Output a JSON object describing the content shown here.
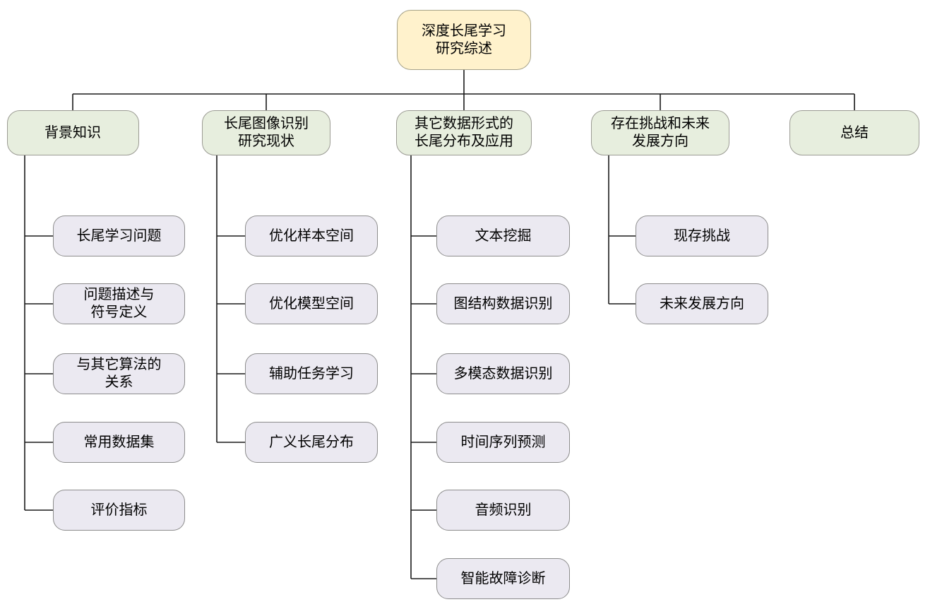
{
  "diagram": {
    "title": "深度长尾学习研究综述",
    "root": {
      "id": "root",
      "lines": [
        "深度长尾学习",
        "研究综述"
      ]
    },
    "branches": [
      {
        "id": "background-knowledge",
        "lines": [
          "背景知识"
        ],
        "children": [
          {
            "id": "long-tail-learning-problem",
            "lines": [
              "长尾学习问题"
            ]
          },
          {
            "id": "problem-description-notation",
            "lines": [
              "问题描述与",
              "符号定义"
            ]
          },
          {
            "id": "relation-to-other-algorithms",
            "lines": [
              "与其它算法的",
              "关系"
            ]
          },
          {
            "id": "common-datasets",
            "lines": [
              "常用数据集"
            ]
          },
          {
            "id": "evaluation-metrics",
            "lines": [
              "评价指标"
            ]
          }
        ]
      },
      {
        "id": "long-tail-image-recognition",
        "lines": [
          "长尾图像识别",
          "研究现状"
        ],
        "children": [
          {
            "id": "optimize-sample-space",
            "lines": [
              "优化样本空间"
            ]
          },
          {
            "id": "optimize-model-space",
            "lines": [
              "优化模型空间"
            ]
          },
          {
            "id": "auxiliary-task-learning",
            "lines": [
              "辅助任务学习"
            ]
          },
          {
            "id": "generalized-long-tail-distribution",
            "lines": [
              "广义长尾分布"
            ]
          }
        ]
      },
      {
        "id": "other-data-forms",
        "lines": [
          "其它数据形式的",
          "长尾分布及应用"
        ],
        "children": [
          {
            "id": "text-mining",
            "lines": [
              "文本挖掘"
            ]
          },
          {
            "id": "graph-structured-data-recognition",
            "lines": [
              "图结构数据识别"
            ]
          },
          {
            "id": "multimodal-data-recognition",
            "lines": [
              "多模态数据识别"
            ]
          },
          {
            "id": "time-series-forecasting",
            "lines": [
              "时间序列预测"
            ]
          },
          {
            "id": "audio-recognition",
            "lines": [
              "音频识别"
            ]
          },
          {
            "id": "intelligent-fault-diagnosis",
            "lines": [
              "智能故障诊断"
            ]
          }
        ]
      },
      {
        "id": "challenges-and-future",
        "lines": [
          "存在挑战和未来",
          "发展方向"
        ],
        "children": [
          {
            "id": "existing-challenges",
            "lines": [
              "现存挑战"
            ]
          },
          {
            "id": "future-directions",
            "lines": [
              "未来发展方向"
            ]
          }
        ]
      },
      {
        "id": "summary",
        "lines": [
          "总结"
        ],
        "children": []
      }
    ],
    "colors": {
      "root_fill": "#FFF2CC",
      "root_border": "#A6A288",
      "branch_fill": "#E7EEDE",
      "branch_border": "#9B9B93",
      "leaf_fill": "#EBE9F1",
      "leaf_border": "#8C8C8C",
      "connector": "#1A1A1A",
      "text": "#000000",
      "background": "#FFFFFF"
    }
  }
}
